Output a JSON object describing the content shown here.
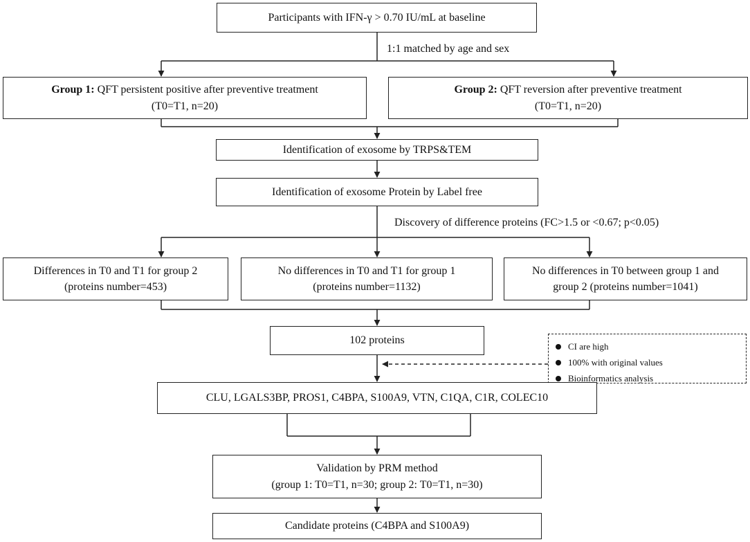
{
  "baseline": "Participants with IFN-γ > 0.70 IU/mL at baseline",
  "matching": "1:1 matched by age and sex",
  "group1": {
    "label": "Group 1:",
    "desc": " QFT persistent positive after preventive treatment",
    "n": "(T0=T1, n=20)"
  },
  "group2": {
    "label": "Group 2:",
    "desc": " QFT reversion after preventive treatment",
    "n": "(T0=T1, n=20)"
  },
  "exosome_id": "Identification of exosome by TRPS&TEM",
  "protein_id": "Identification of exosome Protein by Label free",
  "discovery": "Discovery of difference proteins (FC>1.5 or <0.67; p<0.05)",
  "comparisons": [
    {
      "line1": "Differences in T0 and T1 for group 2",
      "line2": "(proteins number=453)"
    },
    {
      "line1": "No differences in T0 and T1 for group 1",
      "line2": "(proteins number=1132)"
    },
    {
      "line1": "No differences in T0 between group 1 and",
      "line2": "group 2 (proteins number=1041)"
    }
  ],
  "overlap": "102 proteins",
  "criteria": [
    "CI are high",
    "100% with original values",
    "Bioinformatics analysis"
  ],
  "shortlist": "CLU, LGALS3BP, PROS1, C4BPA, S100A9, VTN, C1QA, C1R, COLEC10",
  "validation": {
    "line1": "Validation by PRM method",
    "line2": "(group 1: T0=T1, n=30; group 2: T0=T1, n=30)"
  },
  "candidates": "Candidate proteins (C4BPA and S100A9)"
}
